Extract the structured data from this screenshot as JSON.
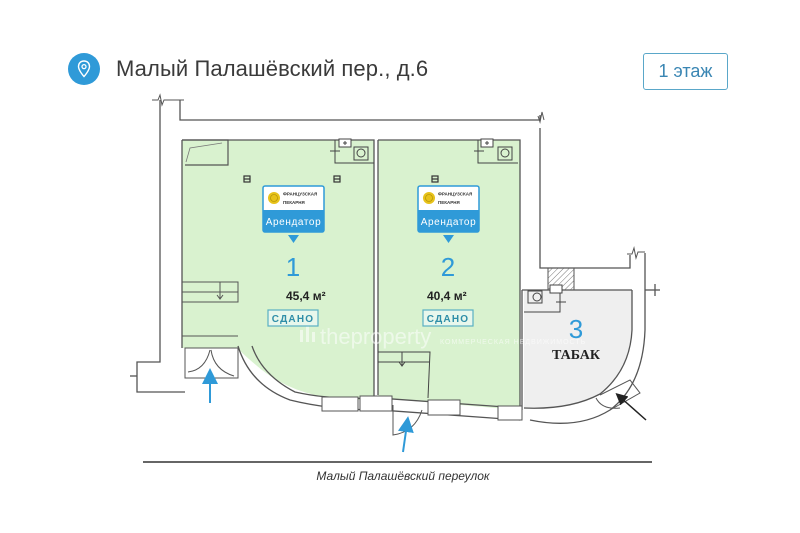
{
  "header": {
    "address": "Малый Палашёвский пер., д.6",
    "icon": "map-pin-icon",
    "floor_button": "1 этаж"
  },
  "units": [
    {
      "number": "1",
      "area": "45,4 м²",
      "status": "СДАНО",
      "tenant_label": "Арендатор",
      "tenant_logo_line1": "ФРАНЦУЗСКАЯ",
      "tenant_logo_line2": "ПЕКАРНЯ",
      "fill": "#d9f2cf"
    },
    {
      "number": "2",
      "area": "40,4 м²",
      "status": "СДАНО",
      "tenant_label": "Арендатор",
      "tenant_logo_line1": "ФРАНЦУЗСКАЯ",
      "tenant_logo_line2": "ПЕКАРНЯ",
      "fill": "#d9f2cf"
    },
    {
      "number": "3",
      "name": "ТАБАК",
      "fill": "#efefef"
    }
  ],
  "street_label": "Малый Палашёвский переулок",
  "watermark": {
    "brand": "theproperty",
    "tagline": "КОММЕРЧЕСКАЯ НЕДВИЖИМОСТЬ"
  },
  "colors": {
    "accent": "#2f9ad8",
    "leased_fill": "#d9f2cf",
    "other_fill": "#efefef",
    "wall": "#555555"
  }
}
